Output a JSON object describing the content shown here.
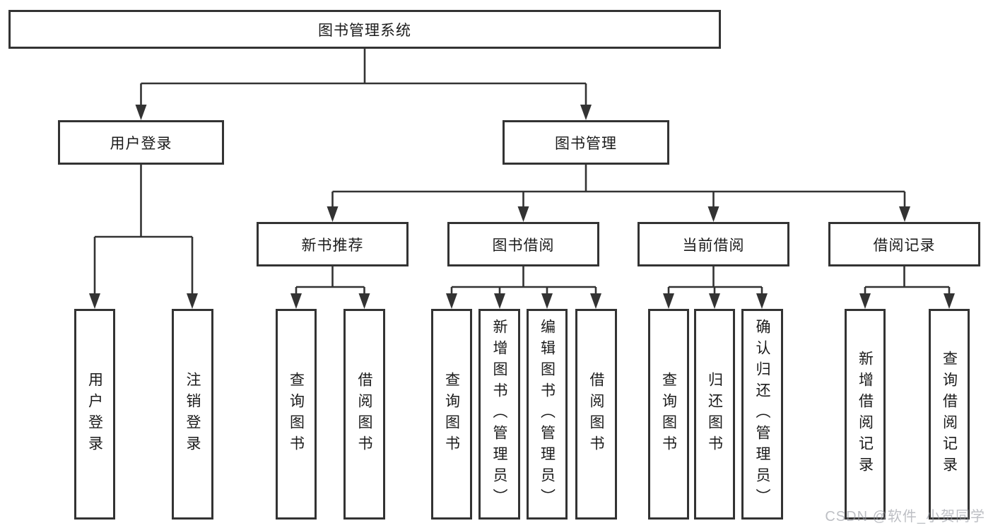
{
  "diagram": {
    "root": {
      "label": "图书管理系统"
    },
    "branches": {
      "user_login": {
        "label": "用户登录",
        "children": {
          "login": "用户登录",
          "logout": "注销登录"
        }
      },
      "book_mgmt": {
        "label": "图书管理",
        "sections": {
          "new_book_rec": {
            "label": "新书推荐",
            "children": {
              "query_books": "查询图书",
              "borrow_books": "借阅图书"
            }
          },
          "book_borrow": {
            "label": "图书借阅",
            "children": {
              "query_books": "查询图书",
              "add_books": "新增图书（管理员）",
              "edit_books": "编辑图书（管理员）",
              "borrow_books": "借阅图书"
            }
          },
          "current_borrow": {
            "label": "当前借阅",
            "children": {
              "query_books": "查询图书",
              "return_books": "归还图书",
              "confirm_return": "确认归还（管理员）"
            }
          },
          "borrow_records": {
            "label": "借阅记录",
            "children": {
              "add_record": "新增借阅记录",
              "query_record": "查询借阅记录"
            }
          }
        }
      }
    },
    "watermark": {
      "text": "CSDN @软件_小贺同学"
    },
    "colors": {
      "line": "#333333",
      "node_border": "#333333",
      "text": "#1b1b1b",
      "background": "#ffffff",
      "watermark": "#9498a0"
    }
  }
}
